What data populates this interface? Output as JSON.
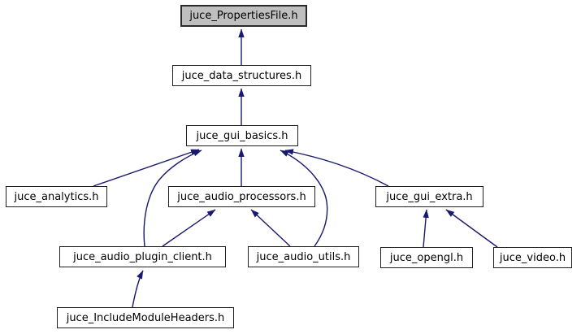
{
  "diagram": {
    "type": "include-dependency-graph",
    "nodes": [
      {
        "label": "juce_PropertiesFile.h",
        "highlighted": true
      },
      {
        "label": "juce_data_structures.h",
        "highlighted": false
      },
      {
        "label": "juce_gui_basics.h",
        "highlighted": false
      },
      {
        "label": "juce_analytics.h",
        "highlighted": false
      },
      {
        "label": "juce_audio_processors.h",
        "highlighted": false
      },
      {
        "label": "juce_gui_extra.h",
        "highlighted": false
      },
      {
        "label": "juce_audio_plugin_client.h",
        "highlighted": false
      },
      {
        "label": "juce_audio_utils.h",
        "highlighted": false
      },
      {
        "label": "juce_opengl.h",
        "highlighted": false
      },
      {
        "label": "juce_video.h",
        "highlighted": false
      },
      {
        "label": "juce_IncludeModuleHeaders.h",
        "highlighted": false
      }
    ],
    "edges": [
      {
        "from": "juce_data_structures.h",
        "to": "juce_PropertiesFile.h"
      },
      {
        "from": "juce_gui_basics.h",
        "to": "juce_data_structures.h"
      },
      {
        "from": "juce_analytics.h",
        "to": "juce_gui_basics.h"
      },
      {
        "from": "juce_audio_plugin_client.h",
        "to": "juce_gui_basics.h"
      },
      {
        "from": "juce_audio_processors.h",
        "to": "juce_gui_basics.h"
      },
      {
        "from": "juce_audio_utils.h",
        "to": "juce_gui_basics.h"
      },
      {
        "from": "juce_gui_extra.h",
        "to": "juce_gui_basics.h"
      },
      {
        "from": "juce_audio_plugin_client.h",
        "to": "juce_audio_processors.h"
      },
      {
        "from": "juce_audio_utils.h",
        "to": "juce_audio_processors.h"
      },
      {
        "from": "juce_opengl.h",
        "to": "juce_gui_extra.h"
      },
      {
        "from": "juce_video.h",
        "to": "juce_gui_extra.h"
      },
      {
        "from": "juce_IncludeModuleHeaders.h",
        "to": "juce_audio_plugin_client.h"
      }
    ]
  },
  "colors": {
    "background": "#ffffff",
    "edge": "#191970",
    "node_border": "#1f1f1f",
    "node_fill": "#ffffff",
    "highlight_fill": "#bfbfbf",
    "highlight_border": "#2a2a2a",
    "text": "#000000"
  }
}
